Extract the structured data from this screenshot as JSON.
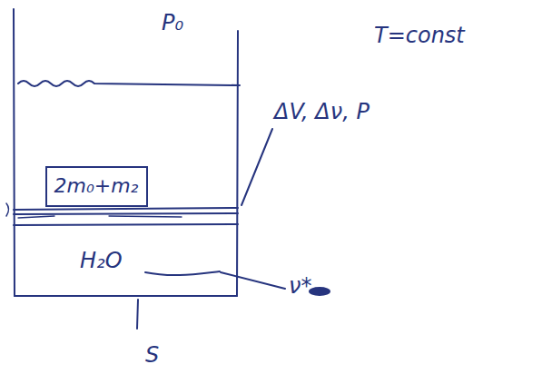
{
  "diagram": {
    "nodes": [
      {
        "text": [
          "2m₀+m₂"
        ]
      },
      {
        "text": [
          "H₂O"
        ]
      }
    ],
    "labels": [
      "P₀",
      "T=const",
      "ΔV, Δν, P",
      "ν*",
      "S"
    ]
  }
}
